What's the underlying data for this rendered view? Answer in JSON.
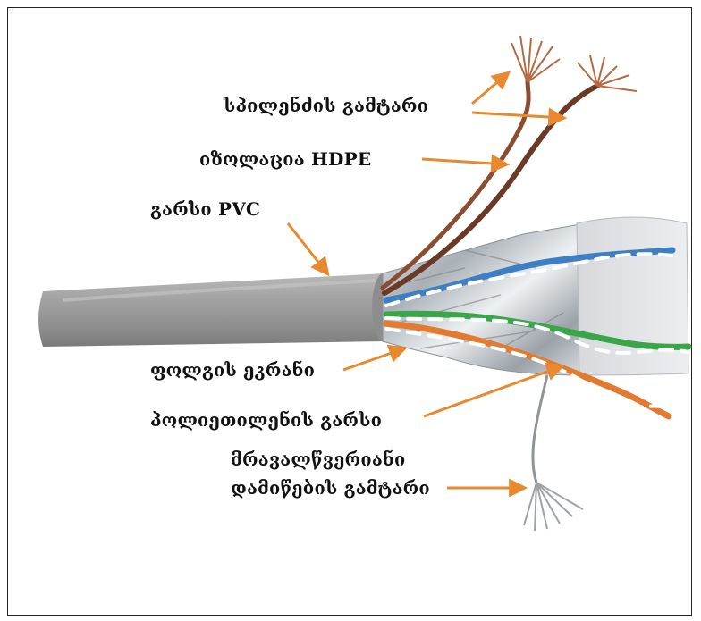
{
  "labels": {
    "copper_conductor": "სპილენძის გამტარი",
    "insulation": "იზოლაცია HDPE",
    "jacket": "გარსი PVC",
    "foil_screen": "ფოლგის ეკრანი",
    "polyethylene_sheath": "პოლიეთილენის  გარსი",
    "drain_line1": "მრავალწვერიანი",
    "drain_line2": "დამიწების გამტარი"
  },
  "colors": {
    "arrow": "#e8892f",
    "jacket": "#9c9c9c",
    "foil": "#c9cfd4",
    "pair_blue": "#3e7fc4",
    "pair_green": "#3aa64a",
    "pair_orange": "#e27a2f",
    "pair_brown": "#6b3a26"
  }
}
